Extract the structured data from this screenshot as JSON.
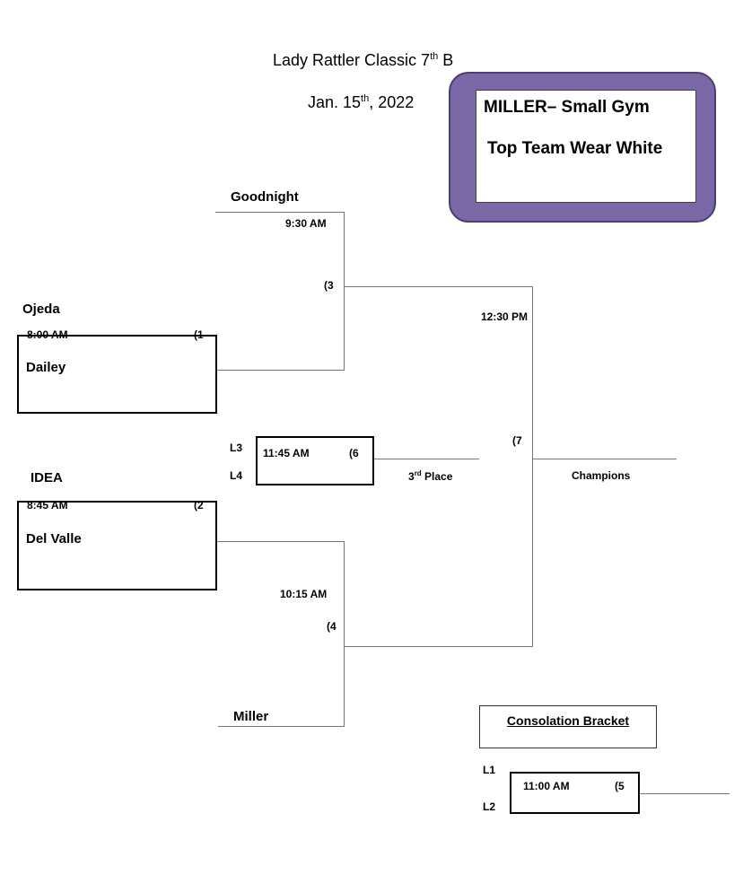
{
  "header": {
    "title": "Lady Rattler Classic 7",
    "title_sup": "th",
    "title_suffix": " B",
    "date_prefix": "Jan. 15",
    "date_sup": "th",
    "date_suffix": ", 2022"
  },
  "callout": {
    "line1": "MILLER– Small Gym",
    "line2": "Top Team Wear White",
    "fill_color": "#7a68a6"
  },
  "games": {
    "g1": {
      "time": "8:00 AM",
      "number": "(1",
      "top_team": "Ojeda",
      "bottom_team": "Dailey"
    },
    "g2": {
      "time": "8:45 AM",
      "number": "(2",
      "top_team": "IDEA",
      "bottom_team": "Del Valle"
    },
    "g3": {
      "time": "9:30 AM",
      "number": "(3",
      "top_team": "Goodnight"
    },
    "g4": {
      "time": "10:15 AM",
      "number": "(4",
      "bottom_team": "Miller"
    },
    "g5": {
      "time": "11:00 AM",
      "number": "(5",
      "top_label": "L1",
      "bottom_label": "L2"
    },
    "g6": {
      "time": "11:45 AM",
      "number": "(6",
      "top_label": "L3",
      "bottom_label": "L4"
    },
    "g7": {
      "time": "12:30 PM",
      "number": "(7"
    }
  },
  "labels": {
    "third_place_prefix": "3",
    "third_place_sup": "rd",
    "third_place_suffix": " Place",
    "champions": "Champions",
    "consolation": "Consolation Bracket"
  }
}
